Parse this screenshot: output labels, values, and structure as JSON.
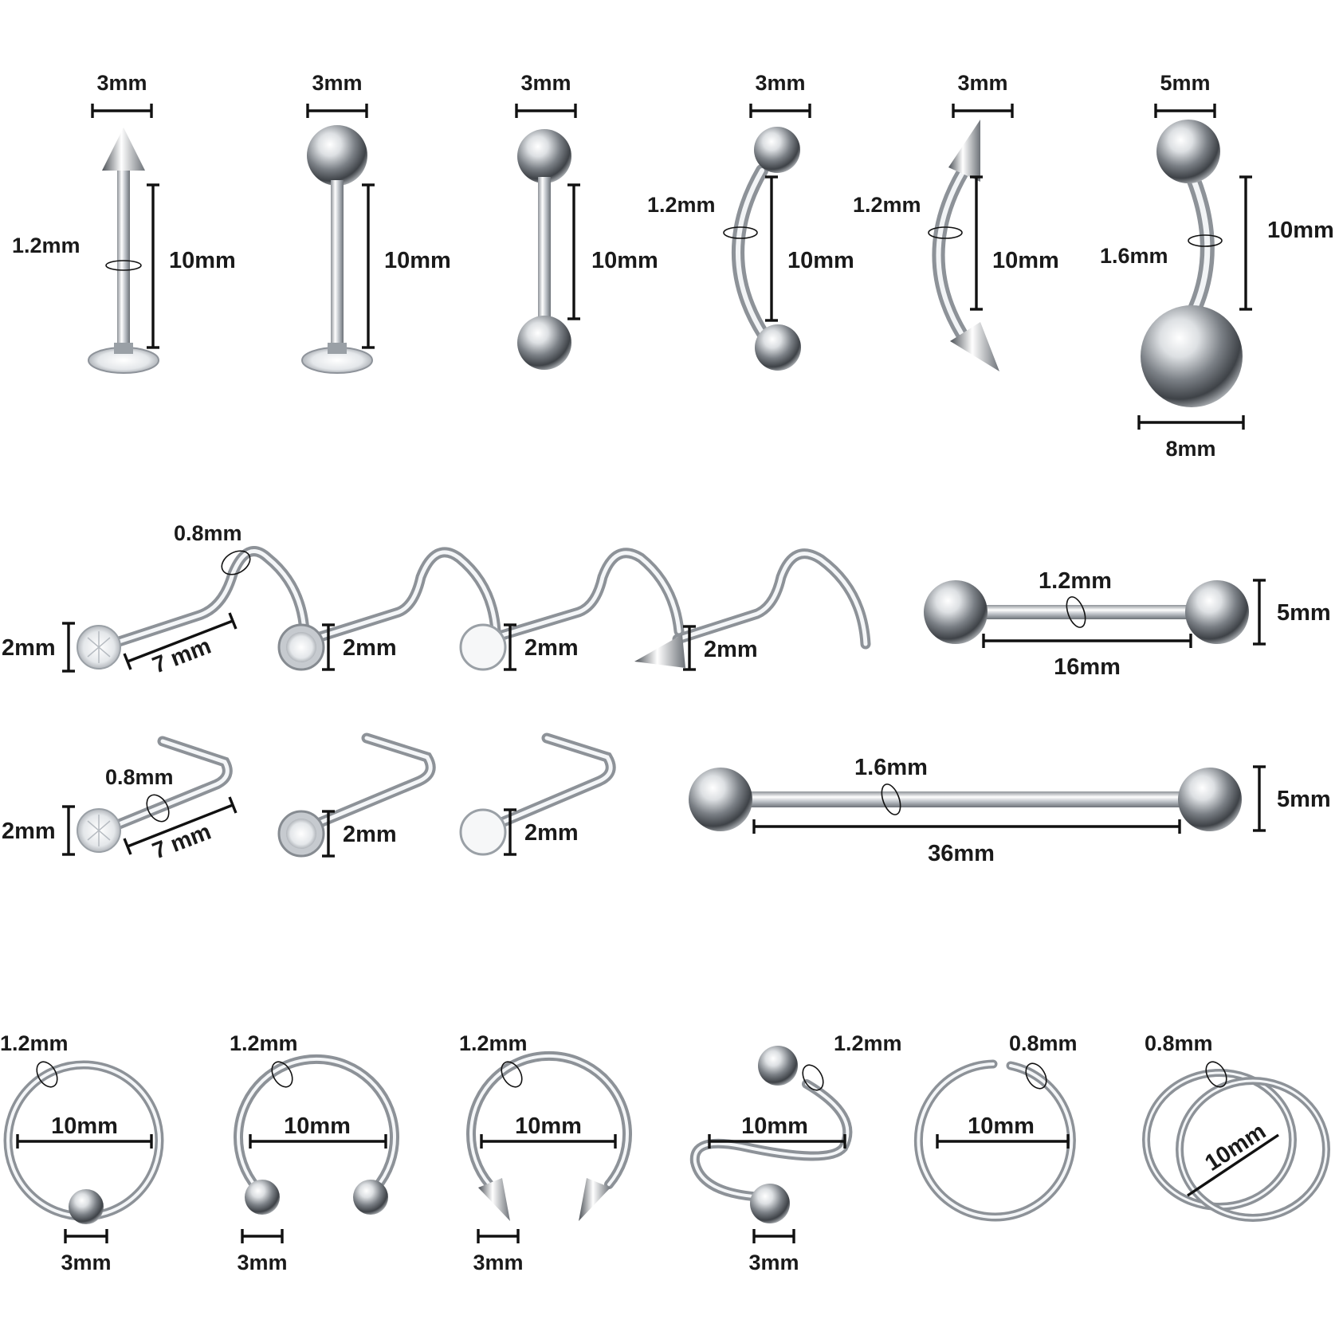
{
  "colors": {
    "metal_light": "#f4f6f8",
    "metal_mid": "#b9bec4",
    "metal_dark": "#3e4247",
    "ink": "#111111",
    "background": "#ffffff"
  },
  "row1": {
    "labret_spike": {
      "top": "3mm",
      "gauge": "1.2mm",
      "length": "10mm"
    },
    "labret_ball": {
      "top": "3mm",
      "length": "10mm"
    },
    "straight_barbell": {
      "top": "3mm",
      "length": "10mm"
    },
    "curved_barbell_ball": {
      "top": "3mm",
      "gauge": "1.2mm",
      "length": "10mm"
    },
    "curved_barbell_spike": {
      "top": "3mm",
      "gauge": "1.2mm",
      "length": "10mm"
    },
    "belly_ring": {
      "top": "5mm",
      "gauge": "1.6mm",
      "length": "10mm",
      "bottom": "8mm"
    }
  },
  "row2": {
    "screw_gem": {
      "gauge": "0.8mm",
      "head": "2mm",
      "length": "7 mm"
    },
    "screw_bezel": {
      "head": "2mm"
    },
    "screw_flat": {
      "head": "2mm"
    },
    "screw_spike": {
      "head": "2mm"
    },
    "tongue_bar": {
      "gauge": "1.2mm",
      "ball": "5mm",
      "length": "16mm"
    }
  },
  "row3": {
    "l_gem": {
      "gauge": "0.8mm",
      "head": "2mm",
      "length": "7 mm"
    },
    "l_bezel": {
      "head": "2mm"
    },
    "l_flat": {
      "head": "2mm"
    },
    "industrial_bar": {
      "gauge": "1.6mm",
      "ball": "5mm",
      "length": "36mm"
    }
  },
  "row4": {
    "captive_ring": {
      "gauge": "1.2mm",
      "diameter": "10mm",
      "ball": "3mm"
    },
    "horseshoe_ball": {
      "gauge": "1.2mm",
      "diameter": "10mm",
      "ball": "3mm"
    },
    "horseshoe_spike": {
      "gauge": "1.2mm",
      "diameter": "10mm",
      "ball": "3mm"
    },
    "twist_spiral": {
      "gauge": "1.2mm",
      "diameter": "10mm",
      "ball": "3mm"
    },
    "open_hoop": {
      "gauge": "0.8mm",
      "diameter": "10mm"
    },
    "double_spiral": {
      "gauge": "0.8mm",
      "diameter": "10mm"
    }
  }
}
